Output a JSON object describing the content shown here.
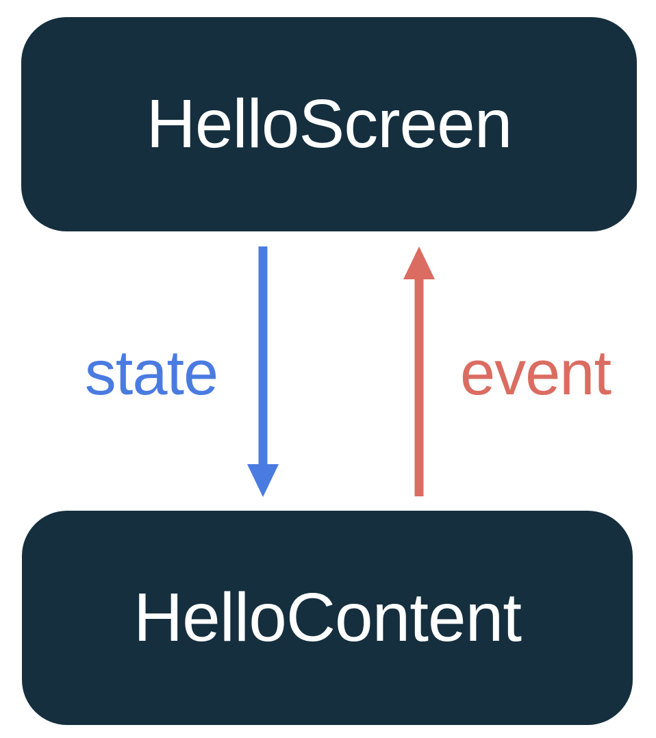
{
  "diagram": {
    "title": "unidirectional data flow diagram",
    "top_node": {
      "label": "HelloScreen"
    },
    "bottom_node": {
      "label": "HelloContent"
    },
    "state_arrow": {
      "label": "state",
      "direction": "down",
      "from": "HelloScreen",
      "to": "HelloContent"
    },
    "event_arrow": {
      "label": "event",
      "direction": "up",
      "from": "HelloContent",
      "to": "HelloScreen"
    }
  },
  "colors": {
    "node_bg": "#152F3E",
    "node_text": "#FFFFFF",
    "state_blue": "#4A7BE1",
    "event_red": "#DB6C61",
    "background": "#FFFFFF"
  }
}
